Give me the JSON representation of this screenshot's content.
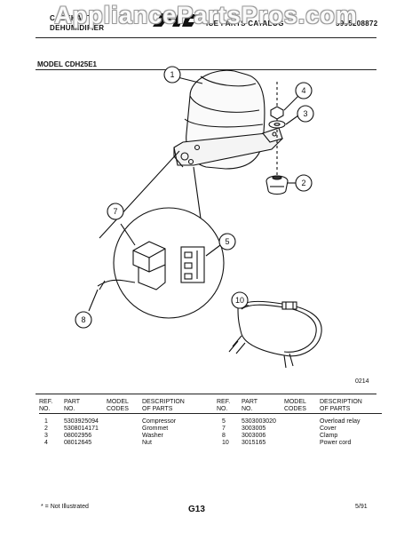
{
  "watermark": "AppliancePartsPros.com",
  "header": {
    "left_line1": "CABEHART",
    "left_line2": "DEHUMIDIFIER",
    "center": "ICE PARTS CATALOG",
    "part_number": "5995208872"
  },
  "model_label": "MODEL CDH25E1",
  "diagram": {
    "callouts": [
      "1",
      "2",
      "3",
      "4",
      "5",
      "7",
      "8",
      "10"
    ],
    "code": "0214"
  },
  "table": {
    "headers": {
      "ref": [
        "REF.",
        "NO."
      ],
      "part": [
        "PART",
        "NO."
      ],
      "model": [
        "MODEL",
        "CODES"
      ],
      "desc": [
        "DESCRIPTION",
        "OF PARTS"
      ]
    },
    "left": [
      {
        "ref": "1",
        "part": "5303925094",
        "model": "",
        "desc": "Compressor"
      },
      {
        "ref": "2",
        "part": "5308014171",
        "model": "",
        "desc": "Grommet"
      },
      {
        "ref": "3",
        "part": "08002956",
        "model": "",
        "desc": "Washer"
      },
      {
        "ref": "4",
        "part": "08012645",
        "model": "",
        "desc": "Nut"
      }
    ],
    "right": [
      {
        "ref": "5",
        "part": "5303003020",
        "model": "",
        "desc": "Overload relay"
      },
      {
        "ref": "7",
        "part": "3003005",
        "model": "",
        "desc": "Cover"
      },
      {
        "ref": "8",
        "part": "3003006",
        "model": "",
        "desc": "Clamp"
      },
      {
        "ref": "10",
        "part": "3015165",
        "model": "",
        "desc": "Power cord"
      }
    ]
  },
  "footer": {
    "note": "* = Not Illustrated",
    "page": "G13",
    "date": "5/91"
  }
}
